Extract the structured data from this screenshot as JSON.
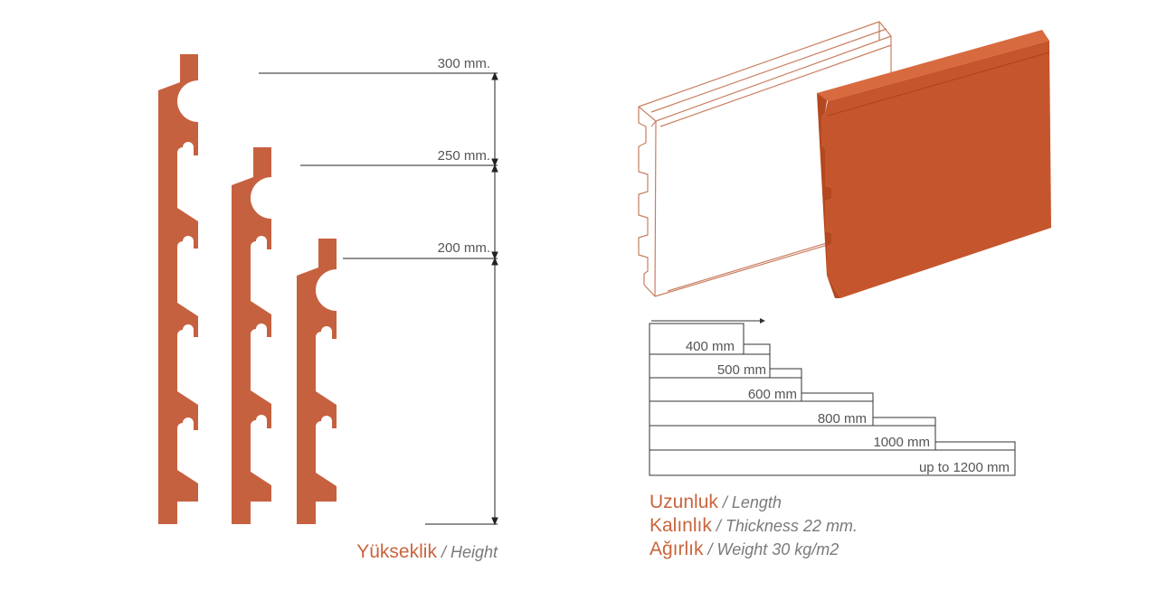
{
  "colors": {
    "terracotta": "#c6613f",
    "panel_face": "#c5552d",
    "panel_top": "#d86a40",
    "panel_side": "#b4481f",
    "outline": "#c97f60",
    "label_accent": "#c9643c",
    "label_muted": "#7a7a7a",
    "dim_line": "#222222"
  },
  "height_labels": [
    "300 mm.",
    "250 mm.",
    "200 mm."
  ],
  "length_labels": [
    "400 mm",
    "500 mm",
    "600 mm",
    "800 mm",
    "1000 mm",
    "up to 1200 mm"
  ],
  "captions": {
    "height": {
      "main": "Yükseklik",
      "sep": " / ",
      "sub": "Height"
    },
    "length": {
      "main": "Uzunluk",
      "sep": " / ",
      "sub": "Length"
    },
    "thickness": {
      "main": "Kalınlık",
      "sep": " / ",
      "sub": "Thickness 22 mm."
    },
    "weight": {
      "main": "Ağırlık",
      "sep": " / ",
      "sub": "Weight 30 kg/m2"
    }
  }
}
